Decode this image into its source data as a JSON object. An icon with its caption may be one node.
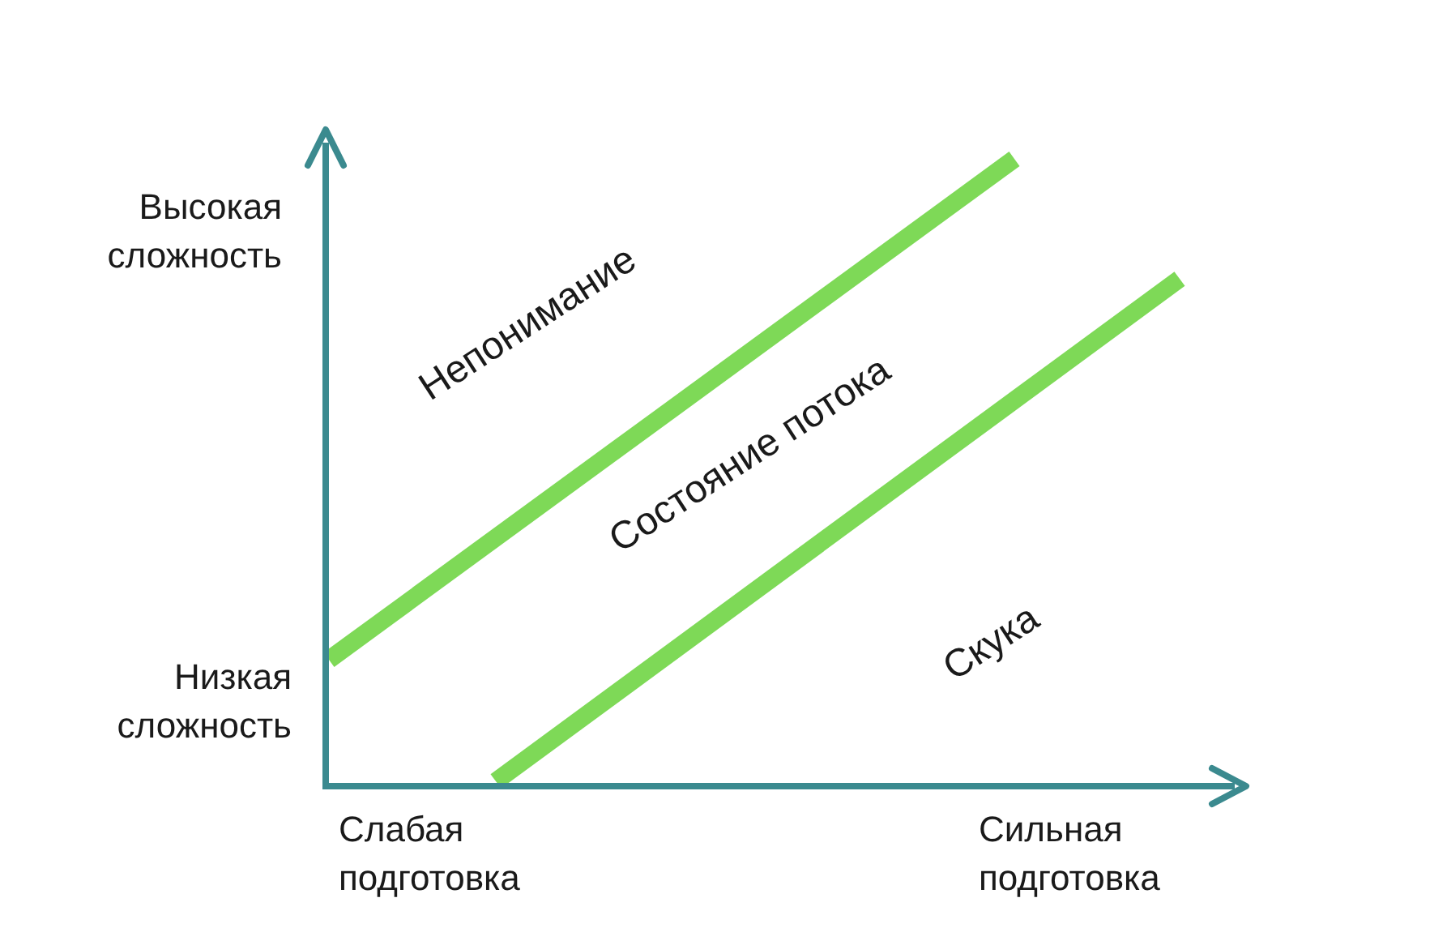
{
  "diagram": {
    "labels": [
      "Высокая сложность",
      "Низкая сложность",
      "Непонимание",
      "Состояние потока",
      "Скука",
      "Слабая подготовка",
      "Сильная подготовка"
    ]
  }
}
